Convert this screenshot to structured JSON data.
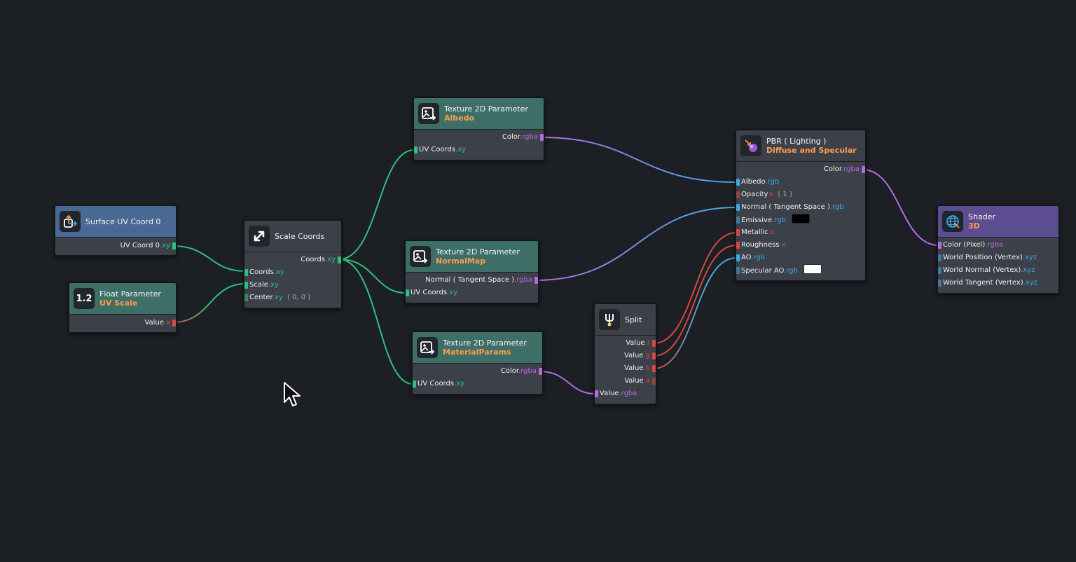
{
  "colors": {
    "background": "#1c1f24",
    "header_green": "#3e6f67",
    "header_blue": "#4a6894",
    "header_purple": "#5c4d91",
    "type_xy": "#2cc27a",
    "type_rgba": "#b66be0",
    "type_rgb": "#3da9e6",
    "type_x": "#d24a40",
    "subtitle": "#ff9a4a"
  },
  "nodes": {
    "surface_uv": {
      "title": "Surface UV Coord 0",
      "icon": "uv-arrows-icon",
      "out0": {
        "label": "UV Coord 0",
        "type": ".xy"
      }
    },
    "float_param": {
      "title": "Float Parameter",
      "subtitle": "UV Scale",
      "icon": "number-icon",
      "icon_text": "1.2",
      "out0": {
        "label": "Value",
        "type": ".x"
      }
    },
    "scale_coords": {
      "title": "Scale Coords",
      "icon": "scale-arrows-icon",
      "out0": {
        "label": "Coords",
        "type": ".xy"
      },
      "in0": {
        "label": "Coords",
        "type": ".xy"
      },
      "in1": {
        "label": "Scale",
        "type": ".xy"
      },
      "in2": {
        "label": "Center",
        "type": ".xy",
        "hint": "( 0, 0 )"
      }
    },
    "tex_albedo": {
      "title": "Texture 2D Parameter",
      "subtitle": "Albedo",
      "icon": "image-icon",
      "out0": {
        "label": "Color",
        "type": ".rgba"
      },
      "in0": {
        "label": "UV Coords",
        "type": ".xy"
      }
    },
    "tex_normal": {
      "title": "Texture 2D Parameter",
      "subtitle": "NormalMap",
      "icon": "image-icon",
      "out0": {
        "label": "Normal ( Tangent Space )",
        "type": ".rgba"
      },
      "in0": {
        "label": "UV Coords",
        "type": ".xy"
      }
    },
    "tex_material": {
      "title": "Texture 2D Parameter",
      "subtitle": "MaterialParams",
      "icon": "image-icon",
      "out0": {
        "label": "Color",
        "type": ".rgba"
      },
      "in0": {
        "label": "UV Coords",
        "type": ".xy"
      }
    },
    "split": {
      "title": "Split",
      "icon": "split-icon",
      "out0": {
        "label": "Value",
        "type": ".r"
      },
      "out1": {
        "label": "Value",
        "type": ".g"
      },
      "out2": {
        "label": "Value",
        "type": ".b"
      },
      "out3": {
        "label": "Value",
        "type": ".a"
      },
      "in0": {
        "label": "Value",
        "type": ".rgba"
      }
    },
    "pbr": {
      "title": "PBR ( Lighting )",
      "subtitle": "Diffuse and Specular",
      "icon": "lighting-sphere-icon",
      "out0": {
        "label": "Color",
        "type": ".rgba"
      },
      "in0": {
        "label": "Albedo",
        "type": ".rgb"
      },
      "in1": {
        "label": "Opacity",
        "type": ".x",
        "hint": "( 1 )"
      },
      "in2": {
        "label": "Normal ( Tangent Space )",
        "type": ".rgb"
      },
      "in3": {
        "label": "Emissive",
        "type": ".rgb",
        "swatch": "#000000"
      },
      "in4": {
        "label": "Metallic",
        "type": ".x"
      },
      "in5": {
        "label": "Roughness",
        "type": ".x"
      },
      "in6": {
        "label": "AO",
        "type": ".rgb"
      },
      "in7": {
        "label": "Specular AO",
        "type": ".rgb",
        "swatch": "#ffffff"
      }
    },
    "shader": {
      "title": "Shader",
      "subtitle": "3D",
      "icon": "globe-icon",
      "in0": {
        "label": "Color (Pixel)",
        "type": ".rgba"
      },
      "in1": {
        "label": "World Position (Vertex)",
        "type": ".xyz"
      },
      "in2": {
        "label": "World Normal (Vertex)",
        "type": ".xyz"
      },
      "in3": {
        "label": "World Tangent (Vertex)",
        "type": ".xyz"
      }
    }
  }
}
